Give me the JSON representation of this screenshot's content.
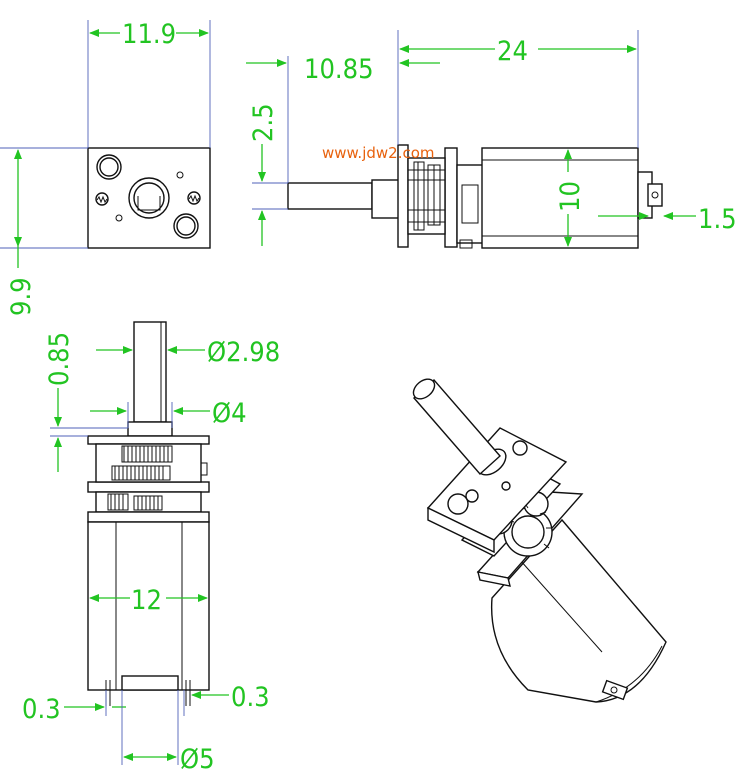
{
  "watermark": "www.jdw2.com",
  "dimensions": {
    "width_11_9": "11.9",
    "height_9_9": "9.9",
    "shaft_10_85": "10.85",
    "total_24": "24",
    "offset_2_5": "2.5",
    "motor_10": "10",
    "terminal_1_5": "1.5",
    "flat_0_85": "0.85",
    "shaft_d_2_98": "Ø2.98",
    "boss_d_4": "Ø4",
    "motor_12": "12",
    "pin_0_3_left": "0.3",
    "pin_0_3_right": "0.3",
    "pin_d_5": "Ø5"
  },
  "colors": {
    "dimension": "#22c422",
    "extension": "#4f62b8",
    "outline": "#111111",
    "watermark": "#e8620e"
  }
}
